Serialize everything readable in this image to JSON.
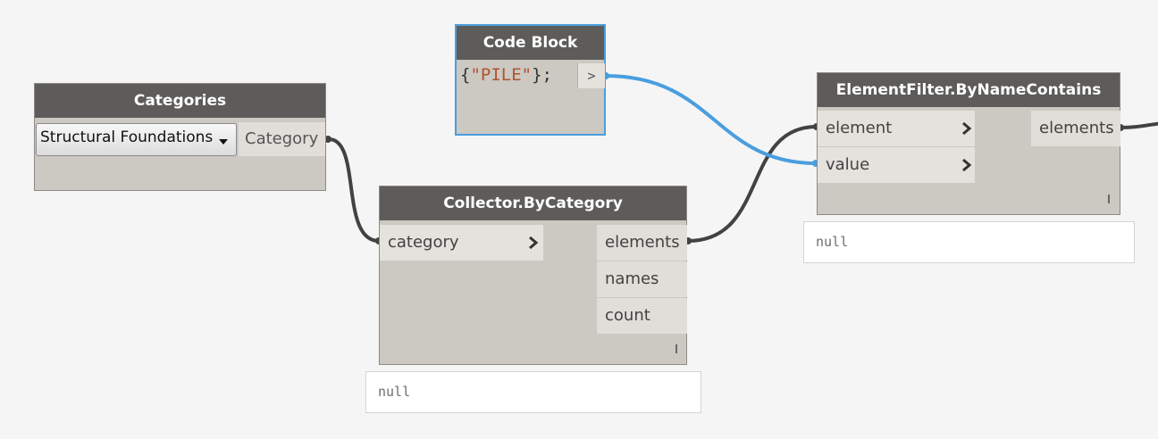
{
  "canvas": {
    "background": "#f5f5f5"
  },
  "colors": {
    "wire": "#424242",
    "selected_wire": "#4a9ede",
    "header": "#5e5c5a",
    "node_body": "#ccc8c2"
  },
  "categories_node": {
    "title": "Categories",
    "dropdown_value": "Structural Foundations",
    "output_label": "Category"
  },
  "code_block_node": {
    "title": "Code Block",
    "code_open": "{",
    "code_string": "\"PILE\"",
    "code_close": "};",
    "output_symbol": ">"
  },
  "collector_node": {
    "title": "Collector.ByCategory",
    "inputs": [
      "category"
    ],
    "outputs": [
      "elements",
      "names",
      "count"
    ],
    "resize_glyph": "l",
    "preview": "null"
  },
  "filter_node": {
    "title": "ElementFilter.ByNameContains",
    "inputs": [
      "element",
      "value"
    ],
    "outputs": [
      "elements"
    ],
    "preview": "null"
  }
}
